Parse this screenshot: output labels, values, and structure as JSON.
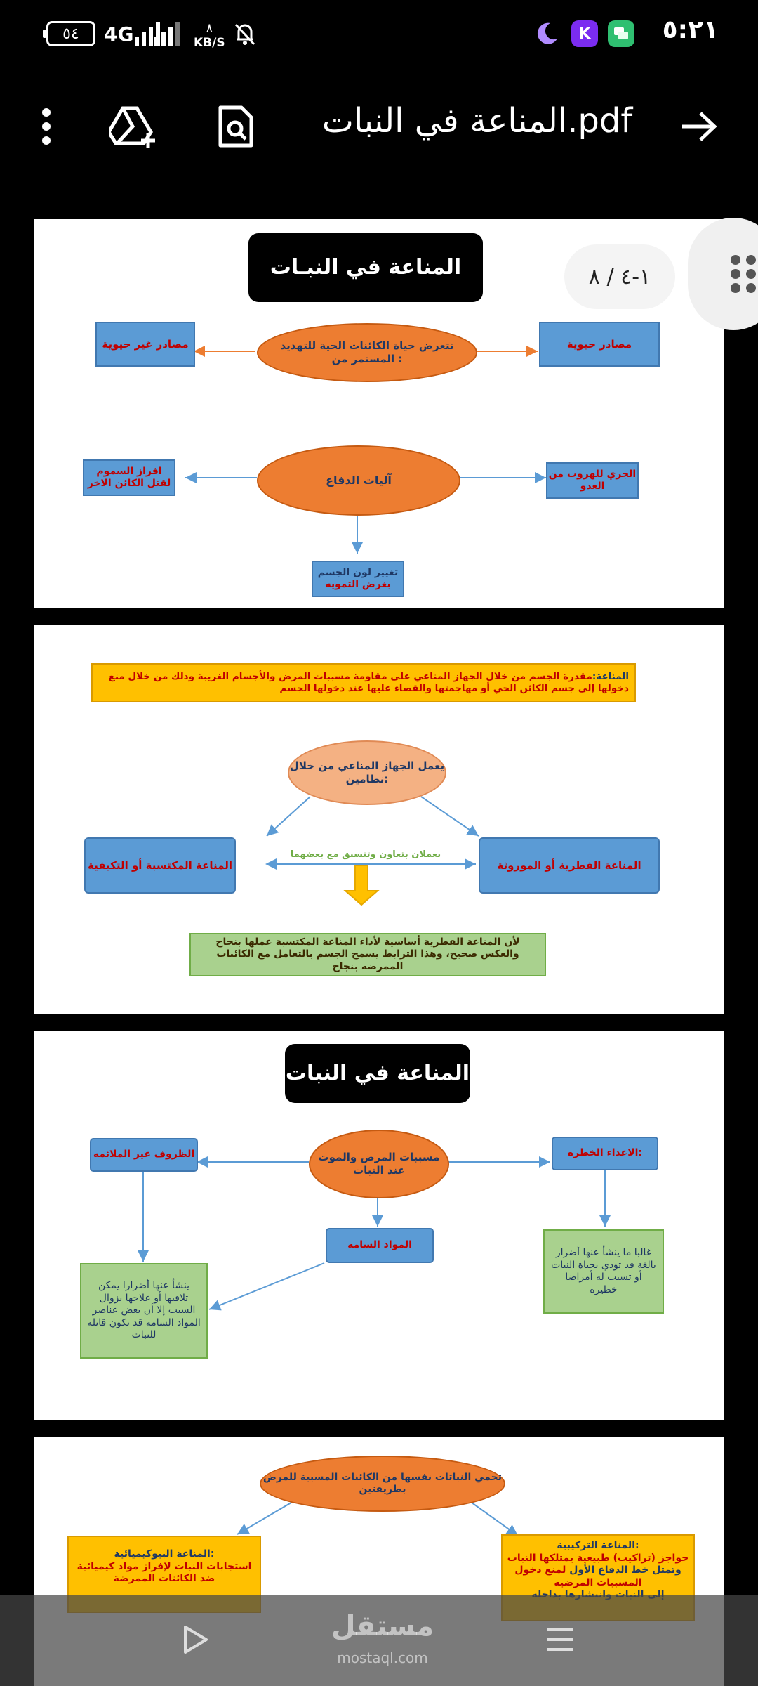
{
  "status": {
    "battery": "٥٤",
    "network": "4G",
    "speed_value": "٨",
    "speed_unit": "KB/S",
    "time": "٥:٢١"
  },
  "appbar": {
    "title": "المناعة في النبات.pdf"
  },
  "page_indicator": "١-٤ / ٨",
  "page1": {
    "title": "المناعة في النبـات",
    "center_top": "تتعرض حياة الكائنات الحية للتهديد المستمر من :",
    "left_top": "مصادر غير حيوية",
    "right_top": "مصادر حيوية",
    "center_mid": "آليات الدفاع",
    "left_mid": "افراز السموم لقتل الكائن الاخر",
    "right_mid": "الجري للهروب من العدو",
    "bottom_line1": "تغيير لون الجسم",
    "bottom_line2": "بغرض التمويه"
  },
  "page2": {
    "definition_label": "المناعة:",
    "definition": "مقدرة الجسم من خلال الجهاز المناعي على مقاومة مسببات المرض والأجسام الغريبة وذلك من خلال منع دخولها إلى جسم الكائن الحي أو مهاجمتها والقضاء عليها عند دخولها الجسم",
    "center": "يعمل الجهاز المناعي من خلال نظامين:",
    "left": "المناعة المكتسبة أو التكيفية",
    "right": "المناعة الفطرية أو الموروثة",
    "link": "يعملان بتعاون وتنسيق مع بعضهما",
    "note": "لأن المناعة الفطرية أساسية لأداء المناعة المكتسبة عملها بنجاح والعكس صحيح، وهذا الترابط يسمح الجسم بالتعامل مع الكائنات الممرضة بنجاح"
  },
  "page3": {
    "title": "المناعة في النبات",
    "center": "مسببات المرض والموت عند النبات",
    "left": "الظروف غير الملائمه",
    "right": "الاعداء الخطرة:",
    "middle": "المواد السامة",
    "left_note": "ينشأ عنها أضرارا يمكن تلافيها أو علاجها بزوال السبب إلا أن بعض عناصر المواد السامة قد تكون قاتلة للنبات",
    "right_note": "غالبا ما ينشأ عنها أضرار بالغة قد تودي بحياة النبات أو تسبب له أمراضا خطيرة"
  },
  "page4": {
    "center": "تحمي النباتات نفسها من الكائنات المسببة للمرض بطريقتين",
    "left_title": "المناعة البيوكيميائية:",
    "left_text": "استجابات النبات لإفراز مواد كيميائية ضد الكائنات الممرضة",
    "right_title": "المناعة التركيبية:",
    "right_text_red": "حواجز (تراكيب) طبيعية يمتلكها النبات",
    "right_text_dark": "وتمثل خط الدفاع الأول",
    "right_text_red2": "لمنع دخول المسببات المرضية",
    "right_text_dark2": "إلى النبات وانتشارها بداخله"
  },
  "watermark": {
    "text": "مستقل",
    "sub": "mostaql.com"
  }
}
